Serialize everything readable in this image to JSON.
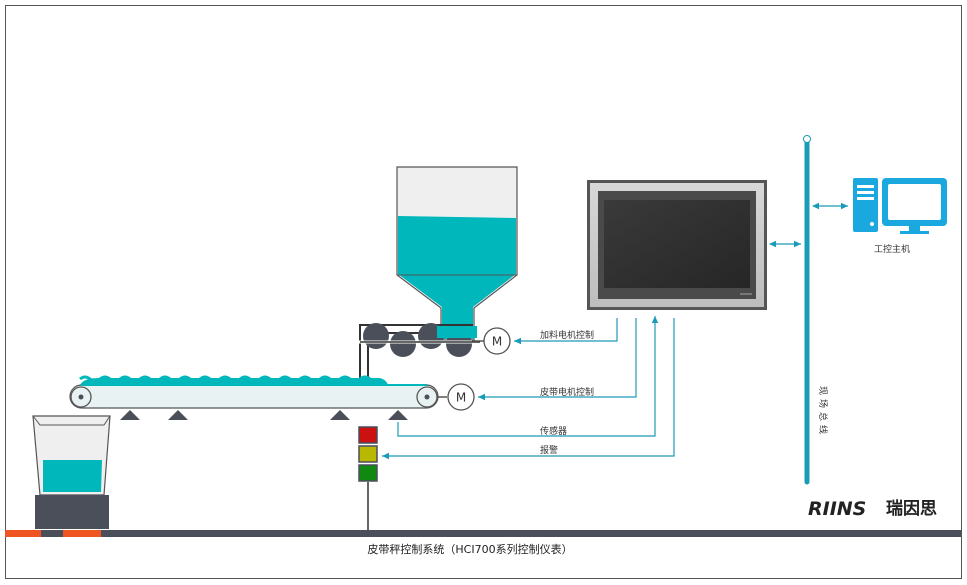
{
  "labels": {
    "feeder_motor_control": "加料电机控制",
    "belt_motor_control": "皮带电机控制",
    "sensor": "传感器",
    "alarm": "报警",
    "ipc": "工控主机",
    "fieldbus": "现场总线",
    "motor_symbol": "M"
  },
  "caption": "皮带秤控制系统（HCI700系列控制仪表）",
  "brand": {
    "latin": "RIINS",
    "chinese": "瑞因思"
  },
  "colors": {
    "accent": "#00b8bc",
    "wire": "#1a9bb7",
    "dark": "#4a4f5a",
    "belt_fill": "#e8f2f2",
    "lamp_red": "#cc1111",
    "lamp_yellow": "#b8b800",
    "lamp_green": "#118811",
    "floor_orange": "#ee5522"
  }
}
